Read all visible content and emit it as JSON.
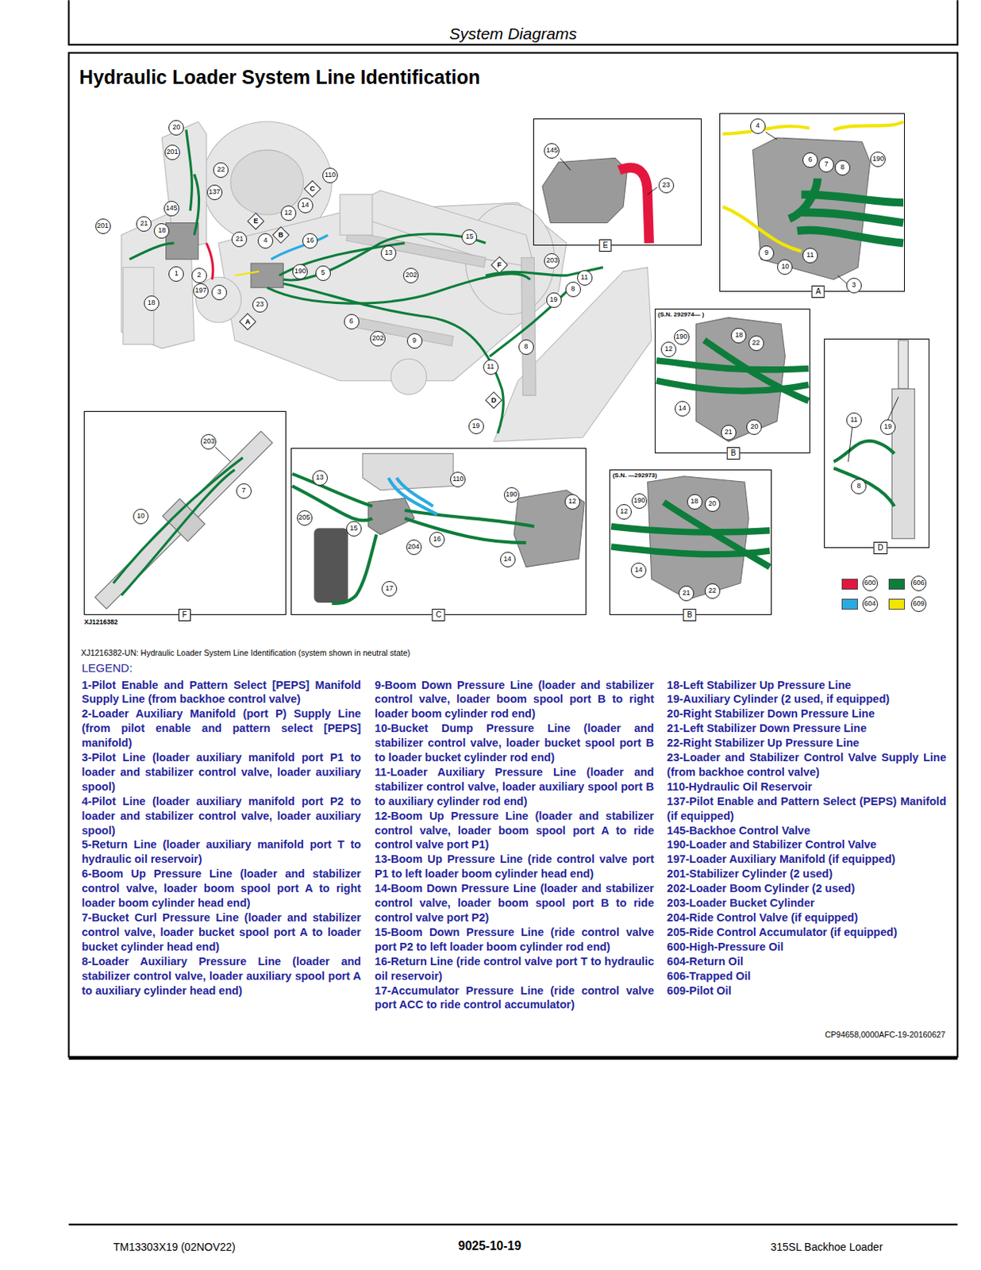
{
  "diagram": {
    "title": "Hydraulic Loader System Line Identification",
    "caption": "XJ1216382-UN: Hydraulic Loader System Line Identification (system shown in neutral state)",
    "nodes": [
      {
        "text": [
          "E"
        ]
      },
      {
        "text": [
          "A"
        ]
      },
      {
        "text": [
          "(S.N. 292974— )",
          "B"
        ]
      },
      {
        "text": [
          "D"
        ]
      },
      {
        "text": [
          "F"
        ]
      },
      {
        "text": [
          "C"
        ]
      },
      {
        "text": [
          "(S.N. —292973)",
          "B"
        ]
      }
    ],
    "labels": [
      "System Diagrams",
      "XJ1216382",
      "LEGEND:",
      "1-Pilot Enable and Pattern Select [PEPS] Manifold Supply Line (from backhoe control valve)",
      "2-Loader Auxiliary Manifold (port P) Supply Line (from pilot enable and pattern select [PEPS] manifold)",
      "3-Pilot Line (loader auxiliary manifold port P1 to loader and stabilizer control valve, loader auxiliary spool)",
      "4-Pilot Line (loader auxiliary manifold port P2 to loader and stabilizer control valve, loader auxiliary spool)",
      "5-Return Line (loader auxiliary manifold port T to hydraulic oil reservoir)",
      "6-Boom Up Pressure Line (loader and stabilizer control valve, loader boom spool port A to right loader boom cylinder head end)",
      "7-Bucket Curl Pressure Line (loader and stabilizer control valve, loader bucket spool port A to loader bucket cylinder head end)",
      "8-Loader Auxiliary Pressure Line (loader and stabilizer control valve, loader auxiliary spool port A to auxiliary cylinder head end)",
      "9-Boom Down Pressure Line (loader and stabilizer control valve, loader boom spool port B to right loader boom cylinder rod end)",
      "10-Bucket Dump Pressure Line (loader and stabilizer control valve, loader bucket spool port B to loader bucket cylinder rod end)",
      "11-Loader Auxiliary Pressure Line (loader and stabilizer control valve, loader auxiliary spool port B to auxiliary cylinder rod end)",
      "12-Boom Up Pressure Line (loader and stabilizer control valve, loader boom spool port A to ride control valve port P1)",
      "13-Boom Up Pressure Line (ride control valve port P1 to left loader boom cylinder head end)",
      "14-Boom Down Pressure Line (loader and stabilizer control valve, loader boom spool port B to ride control valve port P2)",
      "15-Boom Down Pressure Line (ride control valve port P2 to left loader boom cylinder rod end)",
      "16-Return Line (ride control valve port T to hydraulic oil reservoir)",
      "17-Accumulator Pressure Line (ride control valve port ACC to ride control accumulator)",
      "18-Left Stabilizer Up Pressure Line",
      "19-Auxiliary Cylinder (2 used, if equipped)",
      "20-Right Stabilizer Down Pressure Line",
      "21-Left Stabilizer Down Pressure Line",
      "22-Right Stabilizer Up Pressure Line",
      "23-Loader and Stabilizer Control Valve Supply Line (from backhoe control valve)",
      "110-Hydraulic Oil Reservoir",
      "137-Pilot Enable and Pattern Select (PEPS) Manifold (if equipped)",
      "145-Backhoe Control Valve",
      "190-Loader and Stabilizer Control Valve",
      "197-Loader Auxiliary Manifold (if equipped)",
      "201-Stabilizer Cylinder (2 used)",
      "202-Loader Boom Cylinder (2 used)",
      "203-Loader Bucket Cylinder",
      "204-Ride Control Valve (if equipped)",
      "205-Ride Control Accumulator (if equipped)",
      "600-High-Pressure Oil",
      "604-Return Oil",
      "606-Trapped Oil",
      "609-Pilot Oil",
      "CP94658,0000AFC-19-20160627",
      "TM13303X19 (02NOV22)",
      "9025-10-19",
      "315SL Backhoe Loader",
      "20",
      "201",
      "110",
      "22",
      "137",
      "C",
      "14",
      "145",
      "12",
      "E",
      "201",
      "21",
      "18",
      "B",
      "15",
      "21",
      "4",
      "16",
      "13",
      "203",
      "F",
      "1",
      "2",
      "190",
      "5",
      "202",
      "11",
      "8",
      "197",
      "3",
      "19",
      "23",
      "18",
      "A",
      "6",
      "202",
      "9",
      "8",
      "11",
      "D",
      "19",
      "145",
      "23",
      "4",
      "6",
      "7",
      "8",
      "190",
      "9",
      "11",
      "10",
      "3",
      "190",
      "18",
      "22",
      "12",
      "14",
      "20",
      "21",
      "11",
      "19",
      "8",
      "203",
      "7",
      "10",
      "13",
      "110",
      "190",
      "12",
      "205",
      "15",
      "16",
      "204",
      "14",
      "17",
      "190",
      "18",
      "20",
      "12",
      "14",
      "21",
      "22"
    ],
    "legend": [
      {
        "text": "600",
        "color": "#e3173e"
      },
      {
        "text": "606",
        "color": "#0d7d3b"
      },
      {
        "text": "604",
        "color": "#29abe2"
      },
      {
        "text": "609",
        "color": "#f2e500"
      }
    ]
  }
}
